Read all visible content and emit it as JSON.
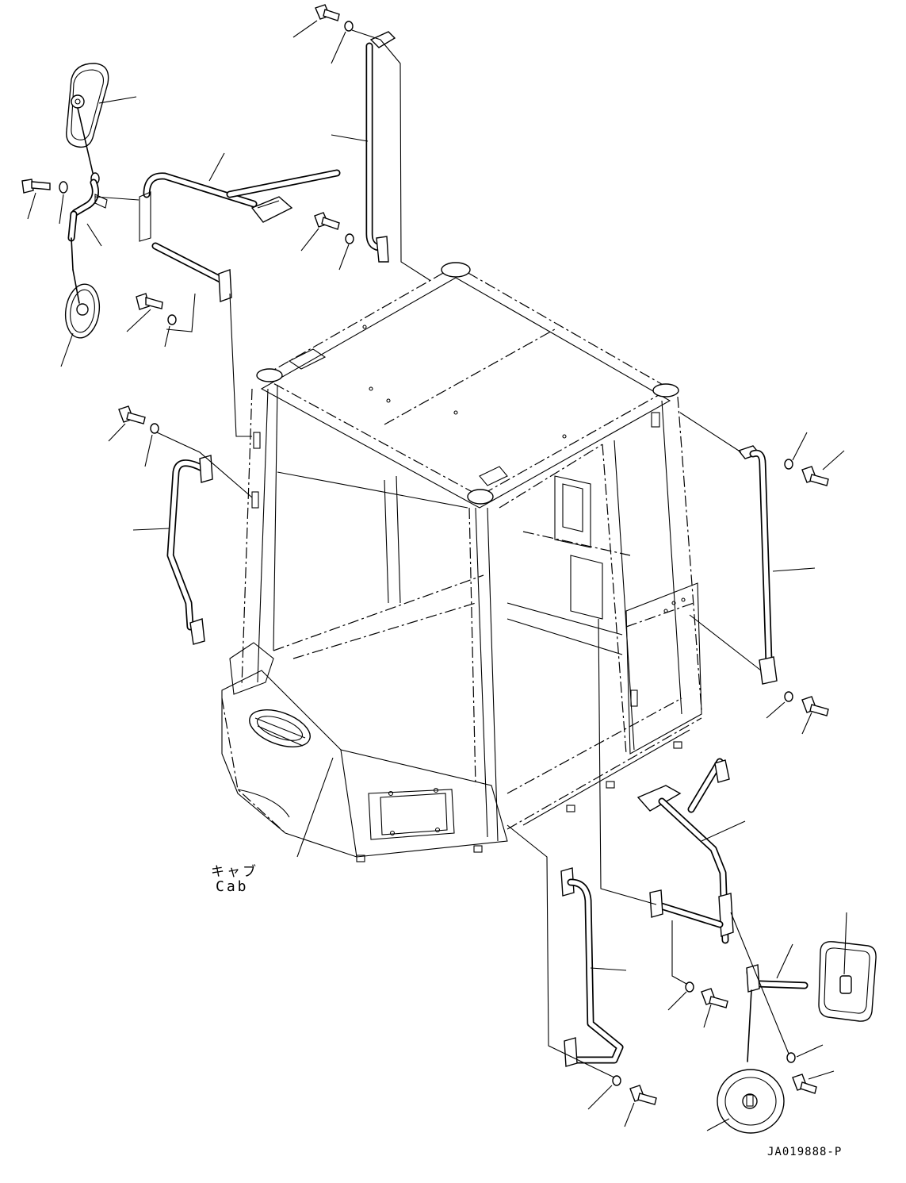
{
  "diagram": {
    "cab_label_jp": "キャブ",
    "cab_label_en": "Cab",
    "drawing_number": "JA019888-P"
  }
}
